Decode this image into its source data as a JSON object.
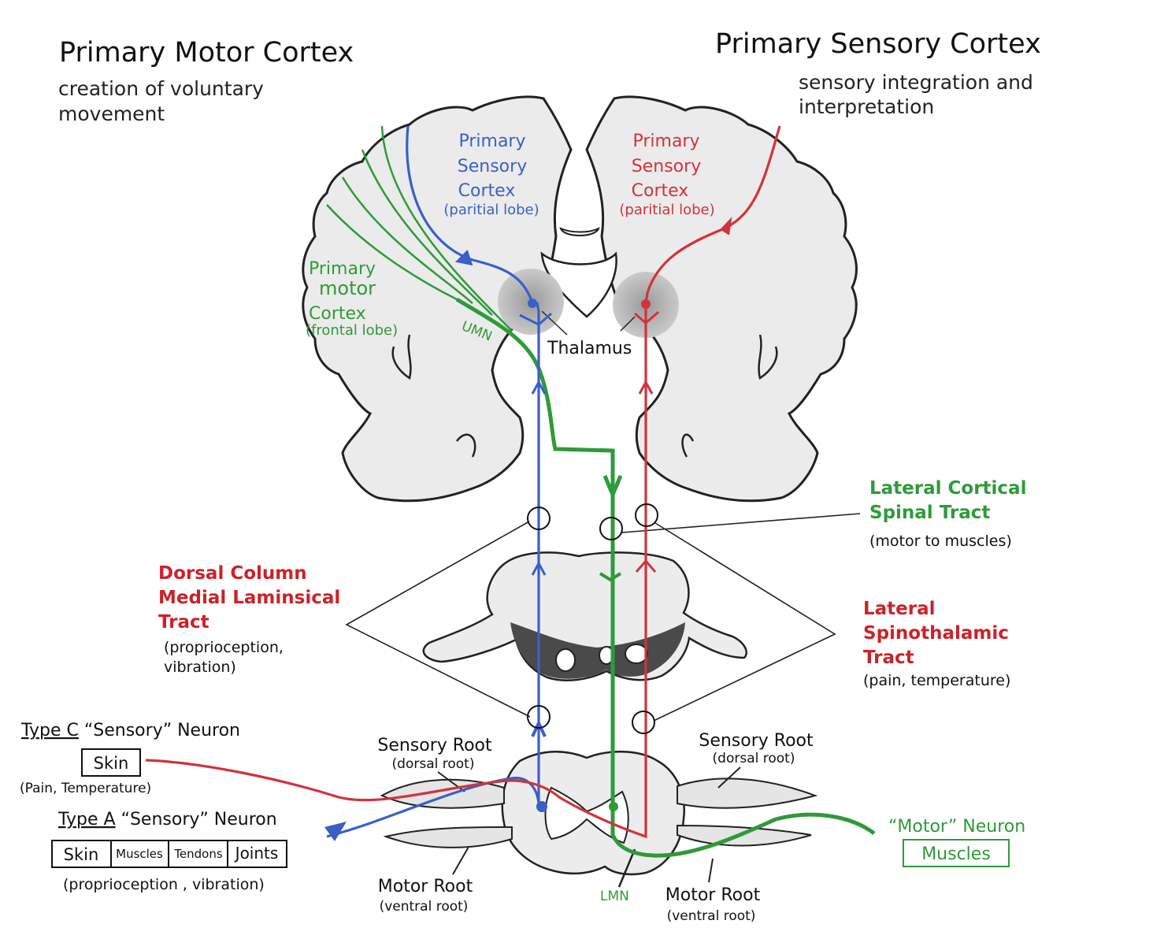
{
  "colors": {
    "sensory_blue": "#3b5fc8",
    "sensory_red": "#d2333b",
    "motor_green": "#2f9a3a",
    "label_red": "#cc2229",
    "label_green": "#2f9a3a",
    "outline": "#222222",
    "tissue_fill": "#e9e9e9"
  },
  "headers": {
    "left_title": "Primary Motor Cortex",
    "left_sub_1": "creation of voluntary",
    "left_sub_2": "movement",
    "right_title": "Primary Sensory Cortex",
    "right_sub_1": "sensory integration and",
    "right_sub_2": "interpretation"
  },
  "brain": {
    "left_sensory": [
      "Primary",
      "Sensory",
      "Cortex"
    ],
    "left_sensory_lobe": "(paritial lobe)",
    "right_sensory": [
      "Primary",
      "Sensory",
      "Cortex"
    ],
    "right_sensory_lobe": "(paritial lobe)",
    "motor_1": "Primary",
    "motor_2": "motor",
    "motor_3": "Cortex",
    "motor_lobe": "(frontal lobe)",
    "umn": "UMN",
    "thalamus": "Thalamus"
  },
  "tracts": {
    "lcst_1": "Lateral Cortical",
    "lcst_2": "Spinal Tract",
    "lcst_desc": "(motor to muscles)",
    "dcml_1": "Dorsal Column",
    "dcml_2": "Medial Laminsical",
    "dcml_3": "Tract",
    "dcml_desc_1": "(proprioception,",
    "dcml_desc_2": "vibration)",
    "lst_1": "Lateral",
    "lst_2": "Spinothalamic",
    "lst_3": "Tract",
    "lst_desc": "(pain, temperature)"
  },
  "neurons": {
    "type_c_prefix": "Type C",
    "type_c_suffix": " “Sensory” Neuron",
    "type_c_box": "Skin",
    "type_c_desc": "(Pain, Temperature)",
    "type_a_prefix": "Type A",
    "type_a_suffix": " “Sensory” Neuron",
    "type_a_boxes": [
      "Skin",
      "Muscles",
      "Tendons",
      "Joints"
    ],
    "type_a_desc": "(proprioception , vibration)",
    "motor_title": "“Motor” Neuron",
    "motor_box": "Muscles"
  },
  "spinal": {
    "sensory_root_left": "Sensory Root",
    "sensory_root_left_sub": "(dorsal root)",
    "sensory_root_right": "Sensory Root",
    "sensory_root_right_sub": "(dorsal root)",
    "motor_root_left": "Motor Root",
    "motor_root_left_sub": "(ventral root)",
    "motor_root_right": "Motor Root",
    "motor_root_right_sub": "(ventral root)",
    "lmn": "LMN"
  }
}
